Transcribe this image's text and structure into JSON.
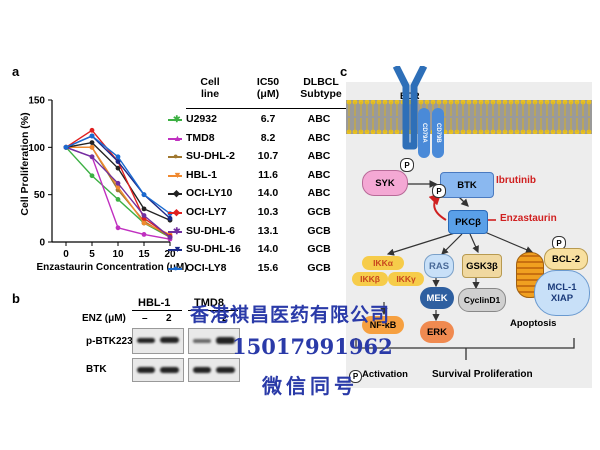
{
  "panels": {
    "a": "a",
    "b": "b",
    "c": "c"
  },
  "chart_data": {
    "type": "line",
    "ylabel": "Cell Proliferation (%)",
    "xlabel": "Enzastaurin Concentration (μM)",
    "x": [
      0,
      5,
      10,
      15,
      20
    ],
    "xticks": [
      "0",
      "5",
      "10",
      "15",
      "20"
    ],
    "yticks": [
      "0",
      "50",
      "100",
      "150"
    ],
    "ylim": [
      0,
      150
    ],
    "series": [
      {
        "name": "U2932",
        "color": "#3cb043",
        "marker": "✱",
        "values": [
          100,
          70,
          45,
          20,
          5
        ]
      },
      {
        "name": "TMD8",
        "color": "#c030c0",
        "marker": "▲",
        "values": [
          100,
          90,
          15,
          8,
          3
        ]
      },
      {
        "name": "SU-DHL-2",
        "color": "#a07830",
        "marker": "●",
        "values": [
          100,
          100,
          55,
          22,
          5
        ]
      },
      {
        "name": "HBL-1",
        "color": "#f08a30",
        "marker": "▼",
        "values": [
          100,
          100,
          58,
          20,
          8
        ]
      },
      {
        "name": "OCI-LY10",
        "color": "#222222",
        "marker": "◆",
        "values": [
          100,
          105,
          78,
          35,
          23
        ]
      },
      {
        "name": "OCI-LY7",
        "color": "#e02020",
        "marker": "◆",
        "values": [
          100,
          118,
          85,
          25,
          6
        ]
      },
      {
        "name": "SU-DHL-6",
        "color": "#7030a0",
        "marker": "✱",
        "values": [
          100,
          90,
          62,
          28,
          5
        ]
      },
      {
        "name": "SU-DHL-16",
        "color": "#1a2a8a",
        "marker": "▼",
        "values": [
          100,
          112,
          85,
          50,
          25
        ]
      },
      {
        "name": "OCI-LY8",
        "color": "#1a6ad0",
        "marker": "●",
        "values": [
          100,
          112,
          90,
          50,
          30
        ]
      }
    ]
  },
  "table": {
    "headers": [
      "Cell\nline",
      "IC50\n(μM)",
      "DLBCL\nSubtype"
    ],
    "rows": [
      {
        "line": "U2932",
        "ic50": "6.7",
        "subtype": "ABC"
      },
      {
        "line": "TMD8",
        "ic50": "8.2",
        "subtype": "ABC"
      },
      {
        "line": "SU-DHL-2",
        "ic50": "10.7",
        "subtype": "ABC"
      },
      {
        "line": "HBL-1",
        "ic50": "11.6",
        "subtype": "ABC"
      },
      {
        "line": "OCI-LY10",
        "ic50": "14.0",
        "subtype": "ABC"
      },
      {
        "line": "OCI-LY7",
        "ic50": "10.3",
        "subtype": "GCB"
      },
      {
        "line": "SU-DHL-6",
        "ic50": "13.1",
        "subtype": "GCB"
      },
      {
        "line": "SU-DHL-16",
        "ic50": "14.0",
        "subtype": "GCB"
      },
      {
        "line": "OCI-LY8",
        "ic50": "15.6",
        "subtype": "GCB"
      }
    ]
  },
  "blot": {
    "cells": [
      "HBL-1",
      "TMD8"
    ],
    "enz_label": "ENZ (μM)",
    "dose_minus": "–",
    "dose_two": "2",
    "rows": [
      "p-BTK223",
      "BTK"
    ]
  },
  "pathway": {
    "bcr": "BCR",
    "cd79a": "CD79A",
    "cd79b": "CD79B",
    "syk": "SYK",
    "btk": "BTK",
    "pkcb": "PKCβ",
    "ibrutinib": "Ibrutinib",
    "enzastaurin": "Enzastaurin",
    "ikka": "IKKα",
    "ikkb": "IKKβ",
    "ikkg": "IKKγ",
    "nfkb": "NF-κB",
    "ras": "RAS",
    "mek": "MEK",
    "erk": "ERK",
    "gsk3b": "GSK3β",
    "cyclind1": "CyclinD1",
    "bcl2": "BCL-2",
    "mcl1": "MCL-1",
    "xiap": "XIAP",
    "apoptosis": "Apoptosis",
    "phospho": "P",
    "activation": "Activation",
    "outcome": "Survival Proliferation"
  },
  "watermark": {
    "company": "香港祺昌医药有限公司",
    "phone": "15017991962",
    "wechat": "微信同号"
  }
}
